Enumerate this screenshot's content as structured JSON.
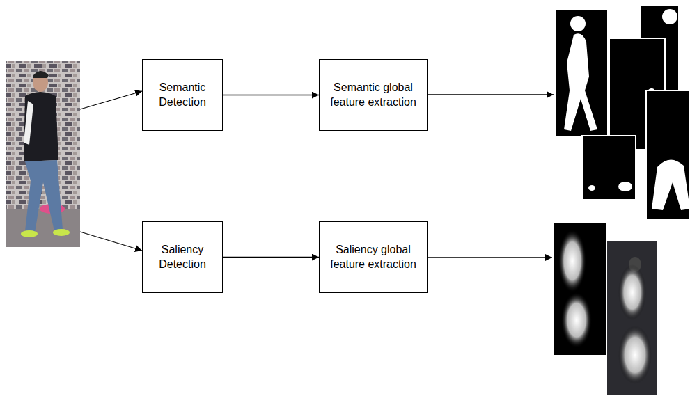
{
  "diagram": {
    "nodes": [
      {
        "text": [
          "Semantic Detection"
        ]
      },
      {
        "text": [
          "Semantic global feature extraction"
        ]
      },
      {
        "text": [
          "Saliency Detection"
        ]
      },
      {
        "text": [
          "Saliency global feature extraction"
        ]
      }
    ],
    "edges": [
      {
        "from": 0,
        "to": 1,
        "arrow": "to"
      },
      {
        "from": 2,
        "to": 3,
        "arrow": "to"
      }
    ]
  }
}
